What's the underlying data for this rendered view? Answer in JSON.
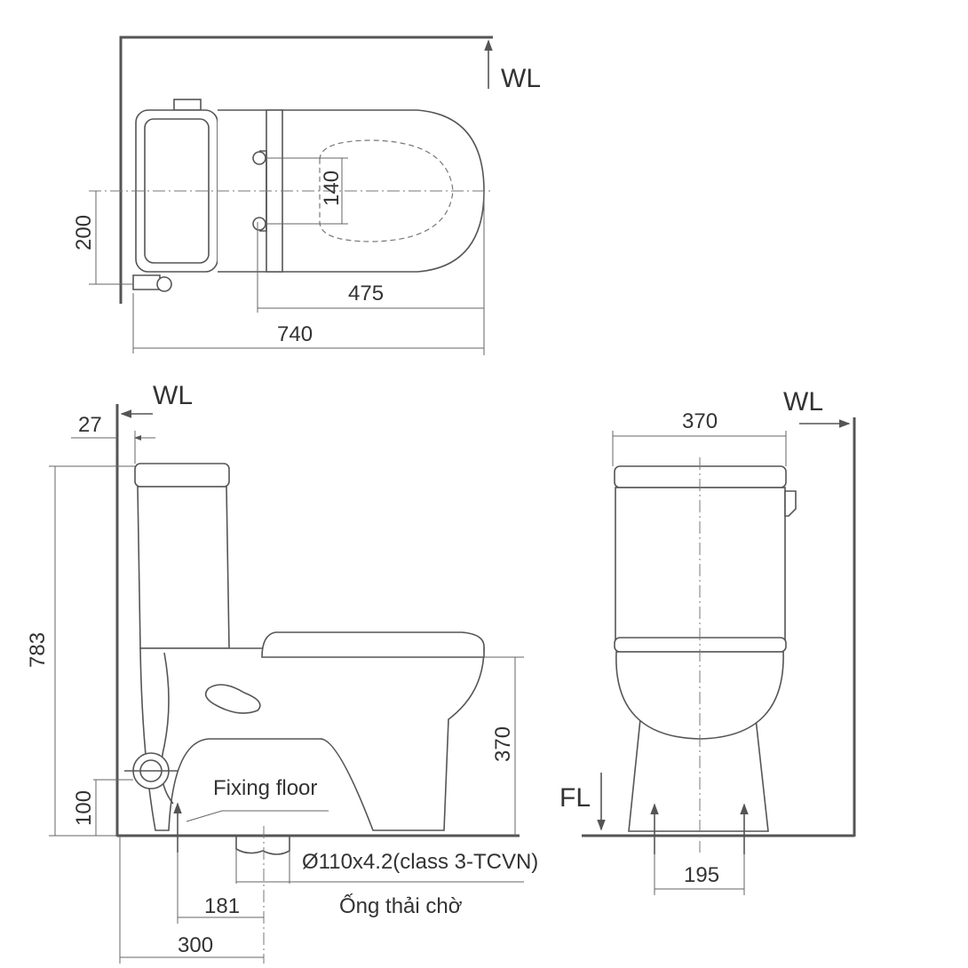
{
  "top_view": {
    "wall_label": "WL",
    "dim_200": "200",
    "dim_140": "140",
    "dim_475": "475",
    "dim_740": "740"
  },
  "side_view": {
    "wall_label": "WL",
    "dim_27": "27",
    "dim_783": "783",
    "dim_370": "370",
    "dim_100": "100",
    "dim_181": "181",
    "dim_300": "300",
    "fixing_floor": "Fixing floor",
    "pipe_spec": "Ø110x4.2(class 3-TCVN)",
    "pipe_name": "Ống thải chờ"
  },
  "front_view": {
    "wall_label": "WL",
    "floor_label": "FL",
    "dim_370": "370",
    "dim_195": "195"
  }
}
